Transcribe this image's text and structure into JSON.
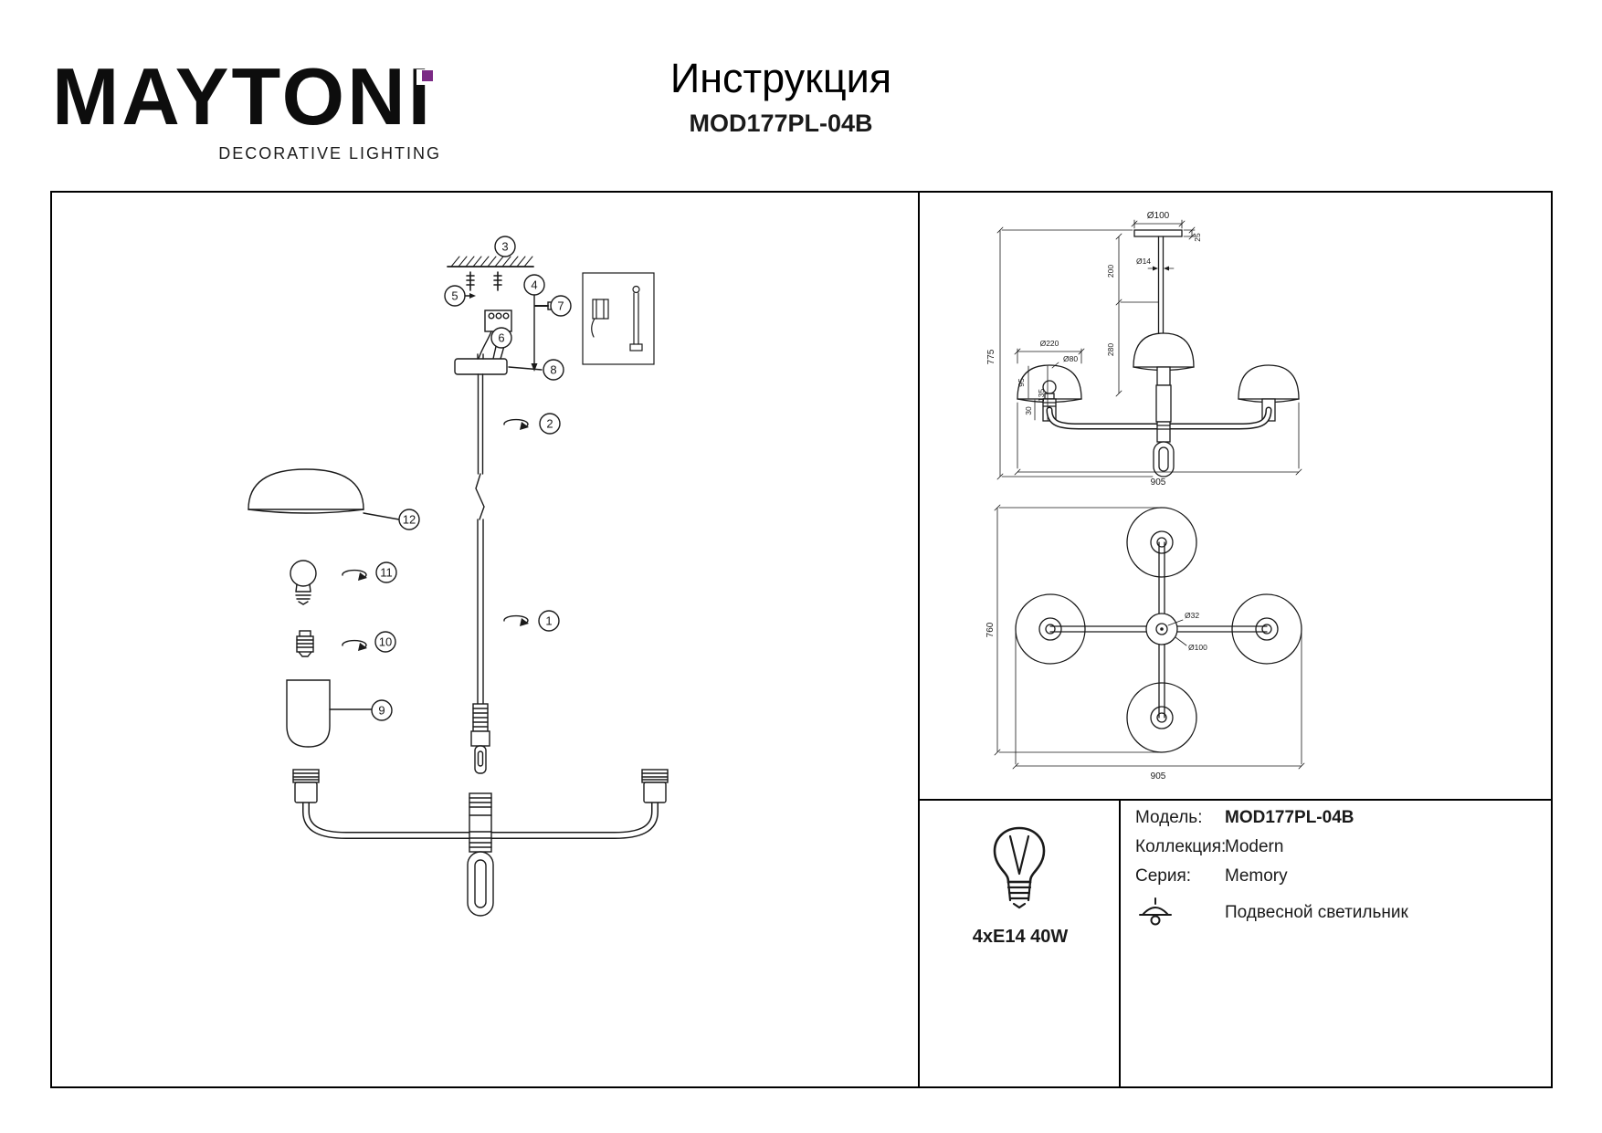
{
  "colors": {
    "accent": "#7b2a85",
    "ink": "#1a1a1a"
  },
  "header": {
    "brand": "MAYTONI",
    "brand_subtitle": "DECORATIVE LIGHTING",
    "title": "Инструкция",
    "model": "MOD177PL-04B"
  },
  "assembly": {
    "callouts": [
      "1",
      "2",
      "3",
      "4",
      "5",
      "6",
      "7",
      "8",
      "9",
      "10",
      "11",
      "12"
    ]
  },
  "side_view": {
    "dims": {
      "plate_diameter": "Ø100",
      "plate_height": "25",
      "rod_diameter": "Ø14",
      "rod_upper": "200",
      "rod_lower": "280",
      "total_height": "775",
      "shade_diameter": "Ø220",
      "shade_opening": "Ø80",
      "shade_height": "95",
      "shade_total": "135",
      "socket_height": "30",
      "width": "905"
    }
  },
  "top_view": {
    "dims": {
      "depth": "760",
      "width": "905",
      "hub_diameter": "Ø32",
      "canopy_diameter": "Ø100"
    }
  },
  "spec": {
    "lamp": "4xE14 40W",
    "model_label": "Модель:",
    "model_value": "MOD177PL-04B",
    "collection_label": "Коллекция:",
    "collection_value": "Modern",
    "series_label": "Серия:",
    "series_value": "Memory",
    "type": "Подвесной светильник"
  }
}
